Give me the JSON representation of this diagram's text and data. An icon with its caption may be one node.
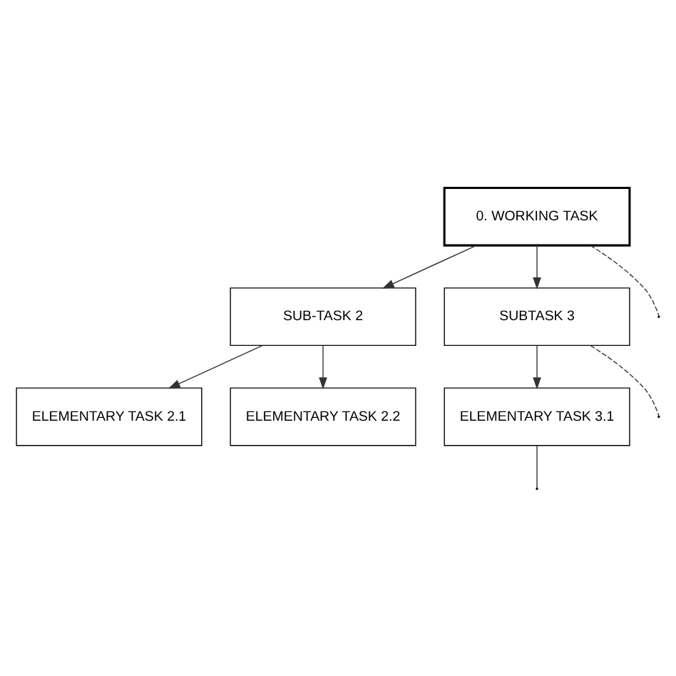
{
  "diagram": {
    "nodes": [
      {
        "text": [
          "0. WORKING TASK"
        ]
      },
      {
        "text": [
          "SUB-TASK 2"
        ]
      },
      {
        "text": [
          "SUBTASK 3"
        ]
      },
      {
        "text": [
          "ELEMENTARY TASK 2.1"
        ]
      },
      {
        "text": [
          "ELEMENTARY TASK 2.2"
        ]
      },
      {
        "text": [
          "ELEMENTARY TASK 3.1"
        ]
      }
    ],
    "edges": [
      {
        "from": 0,
        "to": 1,
        "arrow": "to"
      },
      {
        "from": 0,
        "to": 2,
        "arrow": "to"
      },
      {
        "from": 0,
        "to": null,
        "arrow": "none",
        "style": "dashed"
      },
      {
        "from": 1,
        "to": 3,
        "arrow": "to"
      },
      {
        "from": 1,
        "to": 4,
        "arrow": "to"
      },
      {
        "from": 2,
        "to": 5,
        "arrow": "to"
      },
      {
        "from": 2,
        "to": null,
        "arrow": "none",
        "style": "dashed"
      },
      {
        "from": 5,
        "to": null,
        "arrow": "none"
      }
    ]
  }
}
